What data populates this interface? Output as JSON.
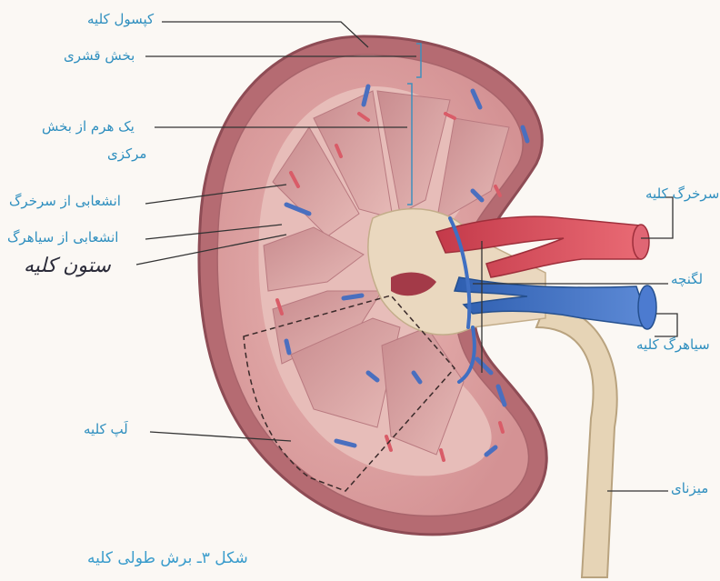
{
  "labels_left": {
    "capsule": "کپسول کلیه",
    "cortex": "بخش قشری",
    "pyramid_line1": "یک هرم از بخش",
    "pyramid_line2": "مرکزی",
    "artery_branch": "انشعابی از سرخرگ",
    "vein_branch": "انشعابی از سیاهرگ",
    "lobe": "لَپ کلیه"
  },
  "labels_right": {
    "renal_artery": "سرخرگ کلیه",
    "pelvis": "لگنچه",
    "renal_vein": "سیاهرگ کلیه",
    "ureter": "میزنای"
  },
  "handwritten_note": "ستون کلیه",
  "caption": "شکل ۳ـ برش طولی کلیه",
  "colors": {
    "label_text": "#2f8fbf",
    "cortex": "#dba0a0",
    "capsule": "#b56b72",
    "artery": "#d94c5a",
    "vein": "#3f6fc2",
    "ureter": "#e4d2b4"
  }
}
